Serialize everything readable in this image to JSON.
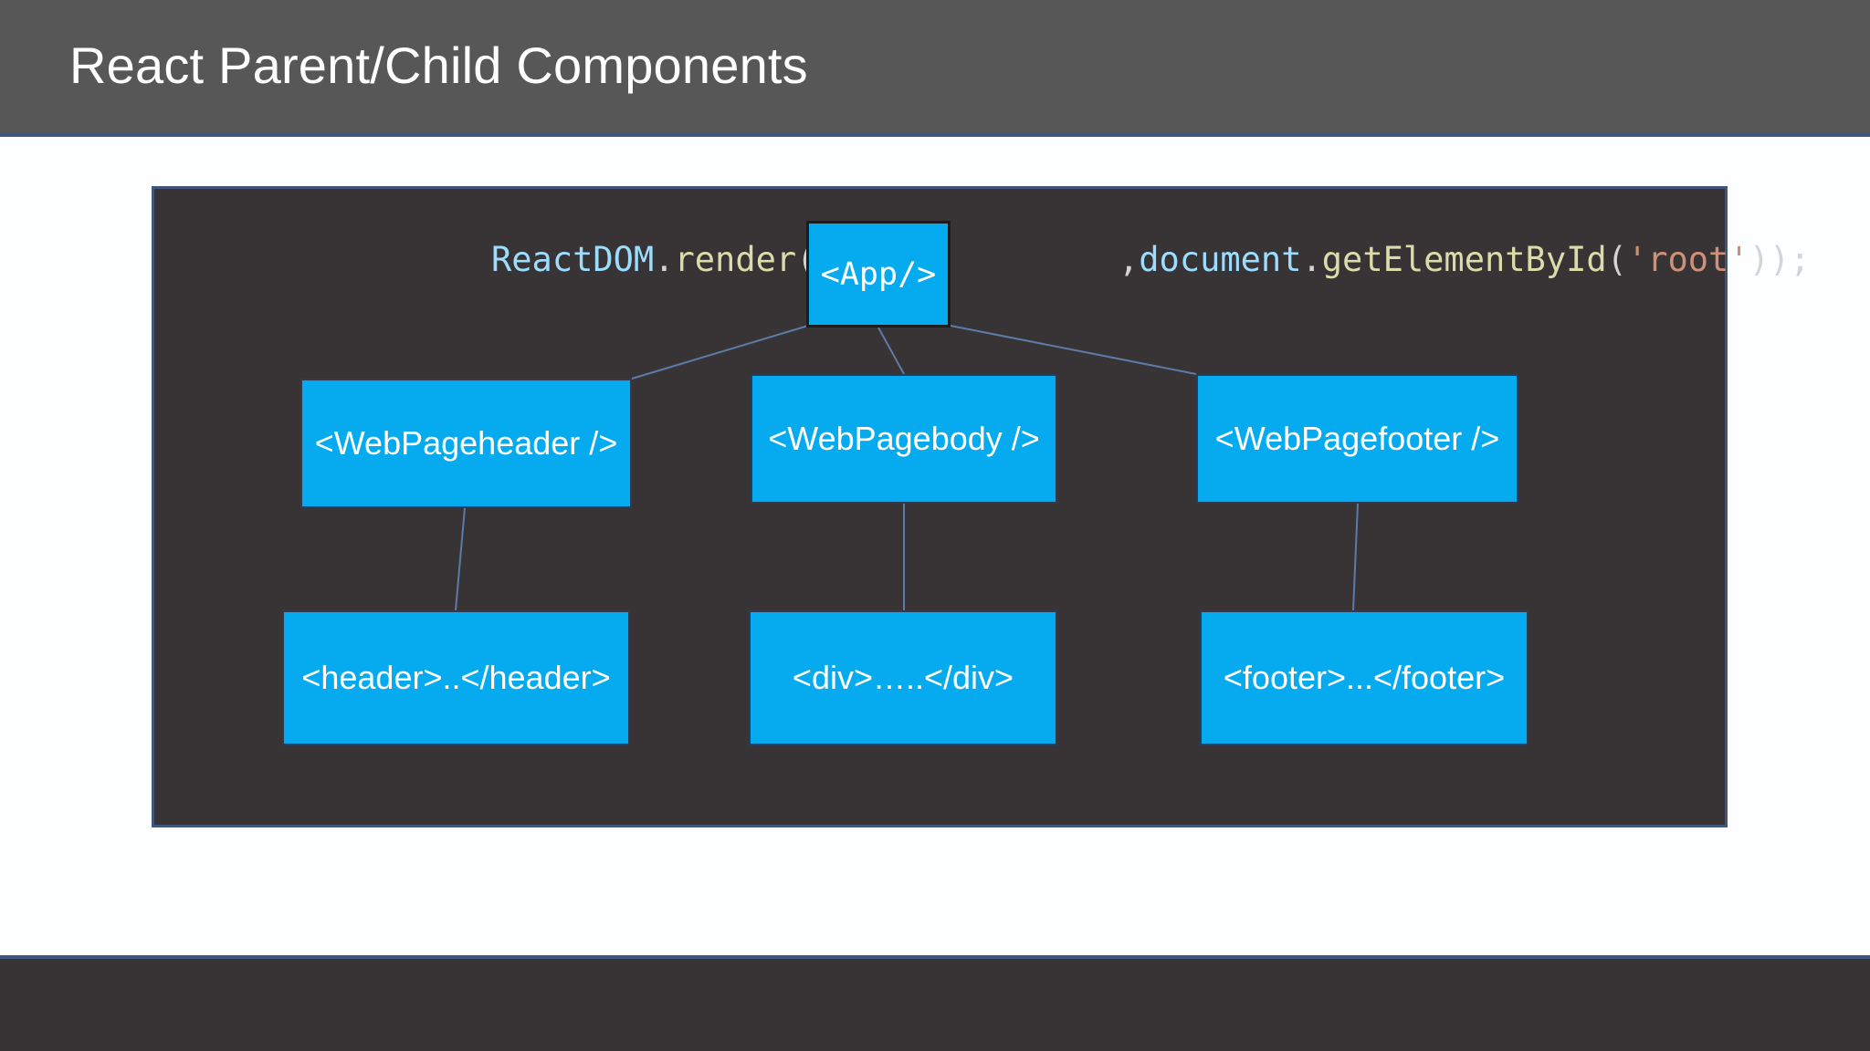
{
  "slide": {
    "title": "React Parent/Child Components",
    "colors": {
      "header_bar": "#575757",
      "accent_border": "#41567f",
      "panel_background": "#383436",
      "node_blue": "#05abee",
      "connector": "#5c7ca8",
      "page_background": "#ffffff"
    }
  },
  "diagram": {
    "code": {
      "before": {
        "object": "ReactDOM",
        "dot": ".",
        "method": "render",
        "open_paren": "("
      },
      "after": {
        "comma": ",",
        "object": "document",
        "dot": ".",
        "method": "getElementById",
        "open_paren": "(",
        "string": "'root'",
        "close": "));"
      }
    },
    "nodes": {
      "root": {
        "label": "<App/>"
      },
      "row2": [
        {
          "label": "<WebPageheader />"
        },
        {
          "label": "<WebPagebody />"
        },
        {
          "label": "<WebPagefooter />"
        }
      ],
      "row3": [
        {
          "label": "<header>..</header>"
        },
        {
          "label": "<div>…..</div>"
        },
        {
          "label": "<footer>...</footer>"
        }
      ]
    }
  }
}
